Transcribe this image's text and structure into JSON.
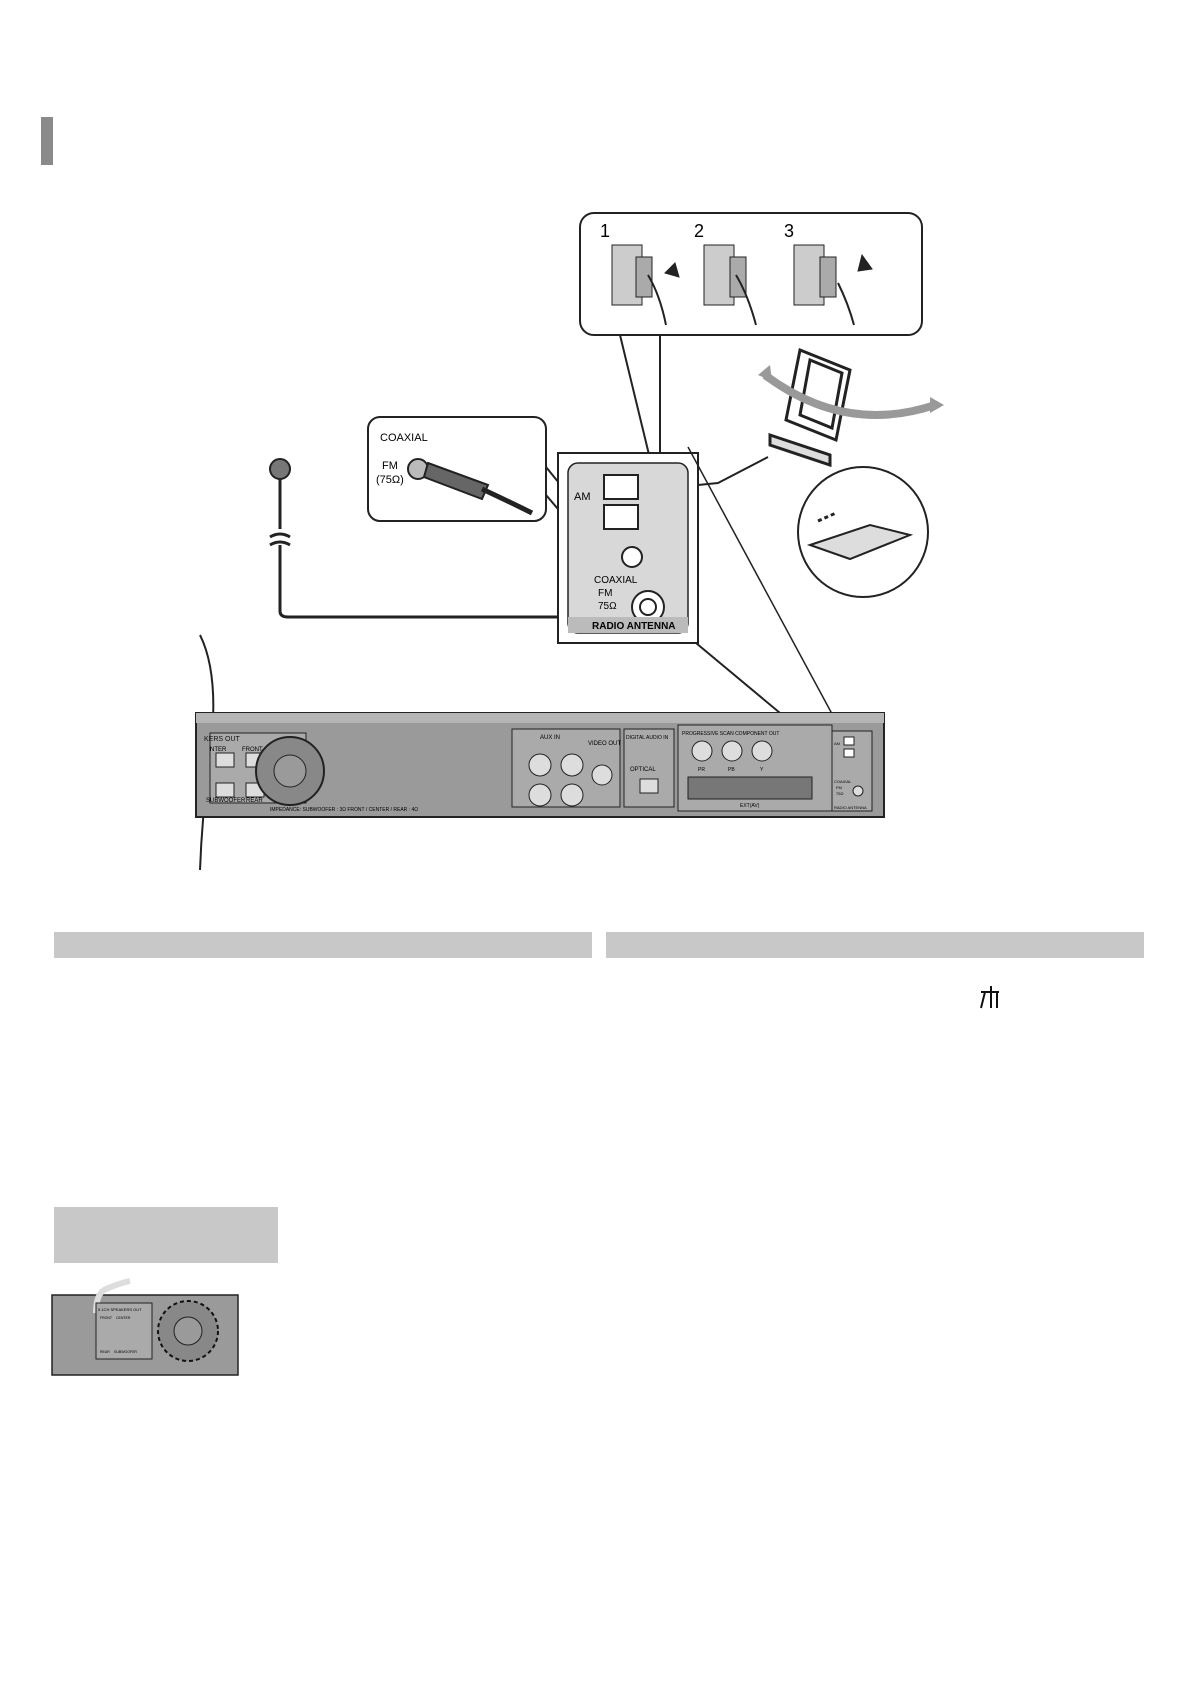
{
  "figure": {
    "steps": [
      "1",
      "2",
      "3"
    ],
    "coaxial_callout": {
      "title": "COAXIAL",
      "fm_label": "FM",
      "impedance": "(75Ω)"
    },
    "terminal_panel": {
      "am_label": "AM",
      "coaxial_label": "COAXIAL",
      "fm_label": "FM",
      "impedance_label": "75Ω",
      "panel_title": "RADIO ANTENNA"
    },
    "rear_panel": {
      "speakers_out": "KERS OUT",
      "front": "FRONT",
      "center": "NTER",
      "subwoofer": "SUBWOOFER",
      "rear": "REAR",
      "impedance_note": "IMPEDANCE: SUBWOOFER : 3Ω  FRONT / CENTER / REAR : 4Ω",
      "aux_in": "AUX IN",
      "video_out": "VIDEO OUT",
      "digital_audio_in": "DIGITAL AUDIO IN",
      "optical": "OPTICAL",
      "progressive": "PROGRESSIVE SCAN COMPONENT OUT",
      "pr": "PR",
      "pb": "PB",
      "y": "Y",
      "ext": "EXT(AV)",
      "am_small": "AM",
      "coaxial_small": "COAXIAL",
      "fm_small": "FM",
      "ohm_small": "75Ω",
      "radio_antenna_small": "RADIO ANTENNA"
    }
  },
  "thumbnail": {
    "speaker_out": "5.1CH SPEAKERS OUT",
    "front": "FRONT",
    "center": "CENTER",
    "rear": "REAR",
    "subwoofer": "SUBWOOFER"
  },
  "colors": {
    "marker": "#8a8a8a",
    "bar": "#c8c8c8",
    "panel": "#9a9a9a"
  }
}
